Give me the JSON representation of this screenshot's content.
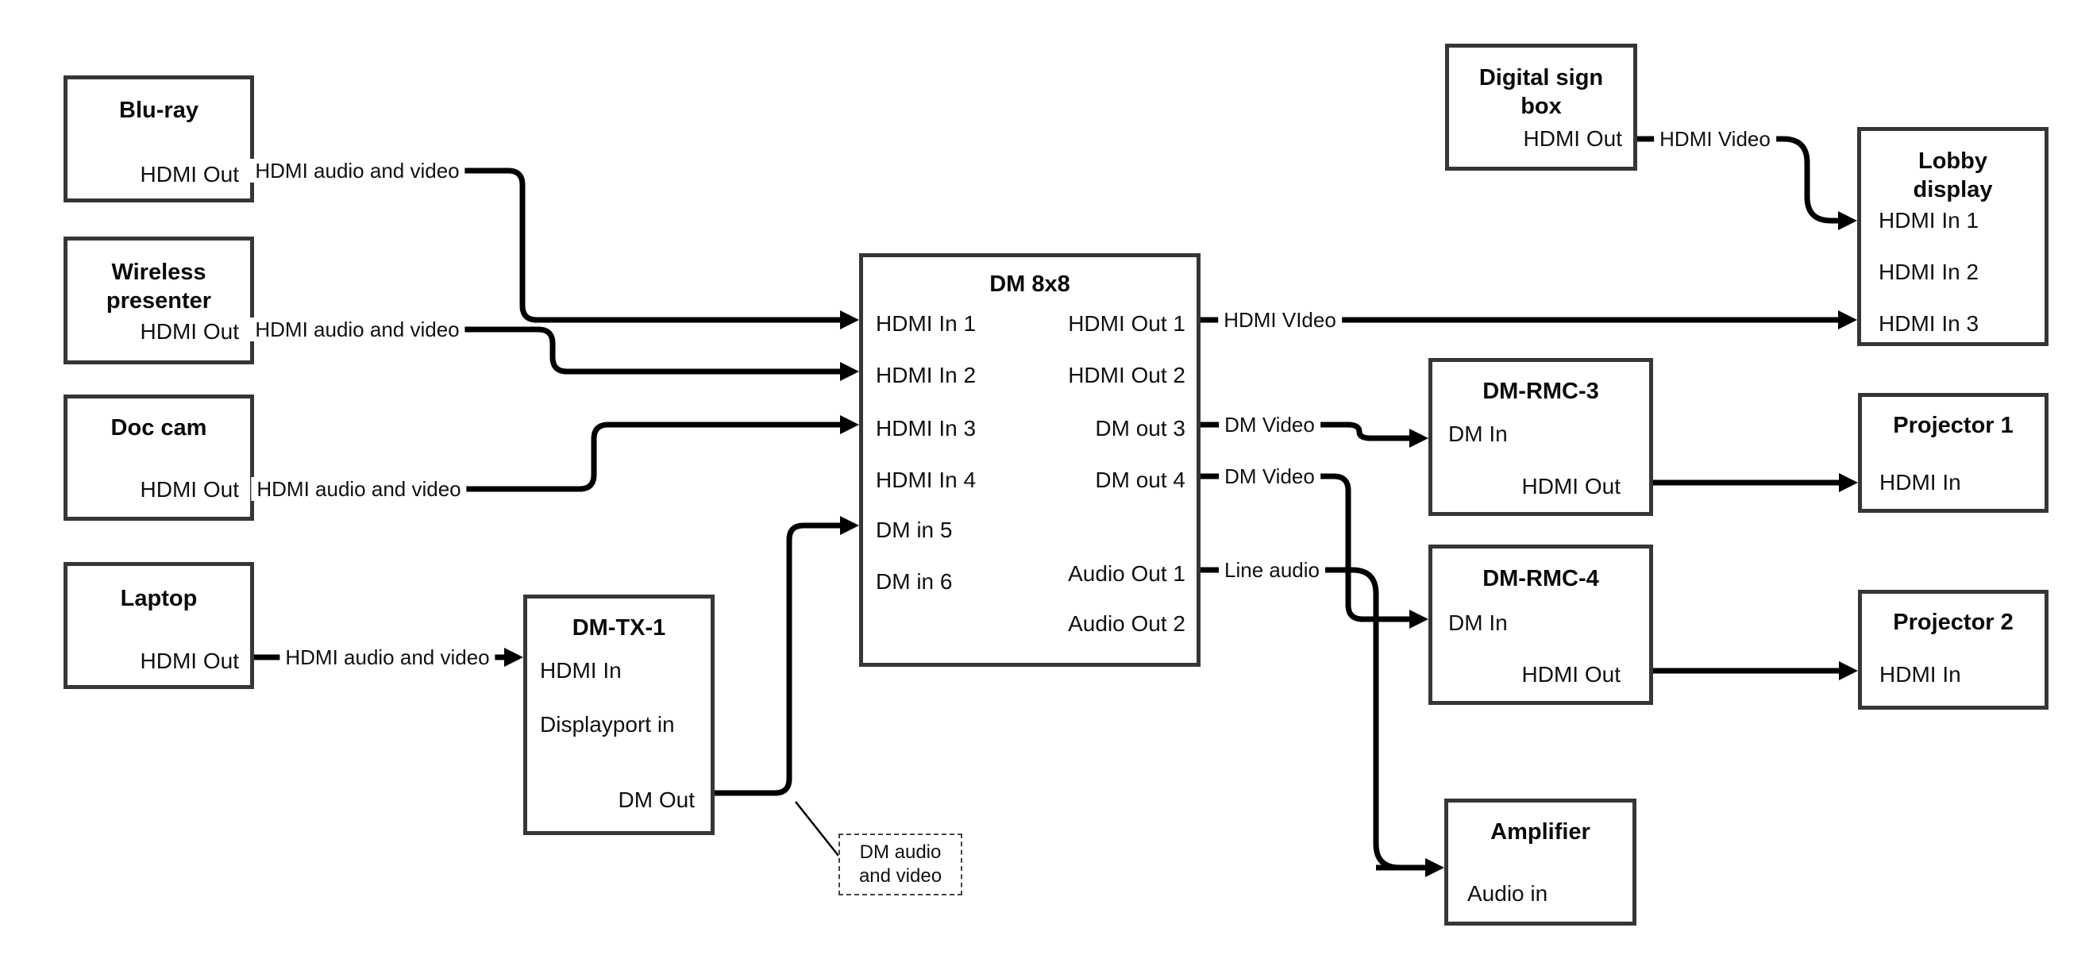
{
  "nodes": {
    "bluray": {
      "title": "Blu-ray",
      "ports": {
        "hdmi_out": "HDMI Out"
      }
    },
    "wireless": {
      "title": "Wireless presenter",
      "ports": {
        "hdmi_out": "HDMI Out"
      }
    },
    "doccam": {
      "title": "Doc cam",
      "ports": {
        "hdmi_out": "HDMI Out"
      }
    },
    "laptop": {
      "title": "Laptop",
      "ports": {
        "hdmi_out": "HDMI Out"
      }
    },
    "dmtx1": {
      "title": "DM-TX-1",
      "ports": {
        "hdmi_in": "HDMI In",
        "displayport_in": "Displayport in",
        "dm_out": "DM Out"
      }
    },
    "dm8x8": {
      "title": "DM 8x8",
      "ports": {
        "hdmi_in_1": "HDMI In 1",
        "hdmi_in_2": "HDMI In 2",
        "hdmi_in_3": "HDMI In 3",
        "hdmi_in_4": "HDMI In 4",
        "dm_in_5": "DM in 5",
        "dm_in_6": "DM in 6",
        "hdmi_out_1": "HDMI Out 1",
        "hdmi_out_2": "HDMI Out 2",
        "dm_out_3": "DM out 3",
        "dm_out_4": "DM out 4",
        "audio_out_1": "Audio Out 1",
        "audio_out_2": "Audio Out 2"
      }
    },
    "digital_sign": {
      "title": "Digital sign box",
      "ports": {
        "hdmi_out": "HDMI Out"
      }
    },
    "lobby": {
      "title": "Lobby display",
      "ports": {
        "hdmi_in_1": "HDMI In 1",
        "hdmi_in_2": "HDMI In 2",
        "hdmi_in_3": "HDMI In 3"
      }
    },
    "dmrmc3": {
      "title": "DM-RMC-3",
      "ports": {
        "dm_in": "DM In",
        "hdmi_out": "HDMI Out"
      }
    },
    "proj1": {
      "title": "Projector 1",
      "ports": {
        "hdmi_in": "HDMI In"
      }
    },
    "dmrmc4": {
      "title": "DM-RMC-4",
      "ports": {
        "dm_in": "DM In",
        "hdmi_out": "HDMI Out"
      }
    },
    "proj2": {
      "title": "Projector 2",
      "ports": {
        "hdmi_in": "HDMI In"
      }
    },
    "amplifier": {
      "title": "Amplifier",
      "ports": {
        "audio_in": "Audio in"
      }
    }
  },
  "connectors": {
    "bluray_to_dm8x8_in1": {
      "label": "HDMI audio and video"
    },
    "wireless_to_dm8x8_in2": {
      "label": "HDMI audio and video"
    },
    "doccam_to_dm8x8_in3": {
      "label": "HDMI audio and video"
    },
    "laptop_to_dmtx1": {
      "label": "HDMI audio and video"
    },
    "dm8x8_out1_to_lobby": {
      "label": "HDMI VIdeo"
    },
    "dm8x8_out3_to_rmc3": {
      "label": "DM Video"
    },
    "dm8x8_out4_to_rmc4": {
      "label": "DM Video"
    },
    "dm8x8_audio1_to_amp": {
      "label": "Line audio"
    },
    "sign_to_lobby": {
      "label": "HDMI Video"
    }
  },
  "note": {
    "text": "DM audio and video"
  },
  "colors": {
    "wire": "#000000",
    "box_border": "#363636",
    "text": "#111111",
    "background": "#ffffff"
  }
}
